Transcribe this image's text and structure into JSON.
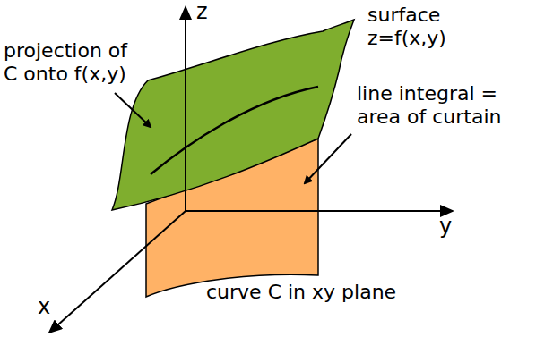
{
  "diagram": {
    "labels": [
      "z",
      "y",
      "x",
      "surface z=f(x,y)",
      "projection of C onto f(x,y)",
      "line integral = area of curtain",
      "curve C in xy plane"
    ]
  }
}
